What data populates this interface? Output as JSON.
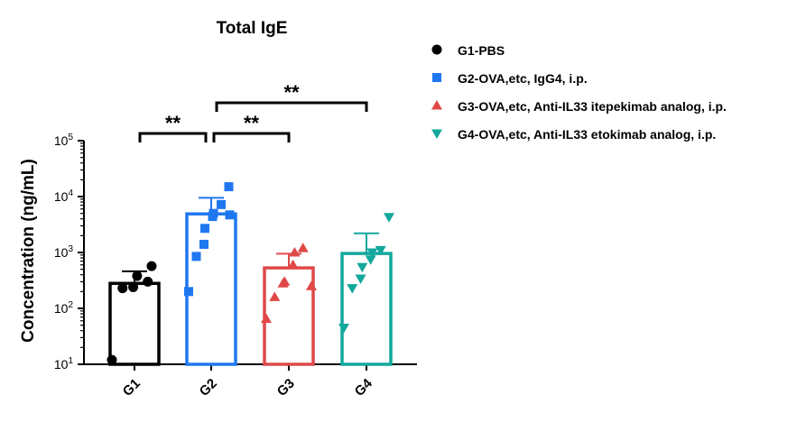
{
  "chart_data": {
    "type": "bar",
    "title": "Total IgE",
    "ylabel": "Concentration (ng/mL)",
    "xlabel": "",
    "y_scale": "log10",
    "ylim": [
      10,
      100000
    ],
    "y_ticks": [
      {
        "value": 10,
        "base": "10",
        "exp": "1"
      },
      {
        "value": 100,
        "base": "10",
        "exp": "2"
      },
      {
        "value": 1000,
        "base": "10",
        "exp": "3"
      },
      {
        "value": 10000,
        "base": "10",
        "exp": "4"
      },
      {
        "value": 100000,
        "base": "10",
        "exp": "5"
      }
    ],
    "categories": [
      "G1",
      "G2",
      "G3",
      "G4"
    ],
    "legend_position": "top-right",
    "series": [
      {
        "name": "G1-PBS",
        "color": "#000000",
        "marker": "circle",
        "mean": 280,
        "error_upper": 460,
        "points": [
          12,
          230,
          240,
          380,
          300,
          570
        ]
      },
      {
        "name": "G2-OVA,etc, IgG4, i.p.",
        "color": "#1f77f0",
        "marker": "square",
        "mean": 4900,
        "error_upper": 9500,
        "points": [
          200,
          850,
          1400,
          2700,
          4400,
          5000,
          7200,
          15000,
          4700
        ]
      },
      {
        "name": "G3-OVA,etc, Anti-IL33 itepekimab analog,  i.p.",
        "color": "#e04848",
        "marker": "triangle-up",
        "mean": 530,
        "error_upper": 950,
        "points": [
          65,
          160,
          280,
          300,
          600,
          1000,
          1200,
          250
        ]
      },
      {
        "name": "G4-OVA,etc, Anti-IL33 etokimab analog, i.p.",
        "color": "#12a89c",
        "marker": "triangle-down",
        "mean": 960,
        "error_upper": 2200,
        "points": [
          45,
          230,
          340,
          550,
          750,
          1000,
          1100,
          4300
        ]
      }
    ],
    "significance": [
      {
        "from": "G1",
        "to": "G2",
        "label": "**"
      },
      {
        "from": "G2",
        "to": "G3",
        "label": "**"
      },
      {
        "from": "G2",
        "to": "G4",
        "label": "**"
      }
    ]
  }
}
